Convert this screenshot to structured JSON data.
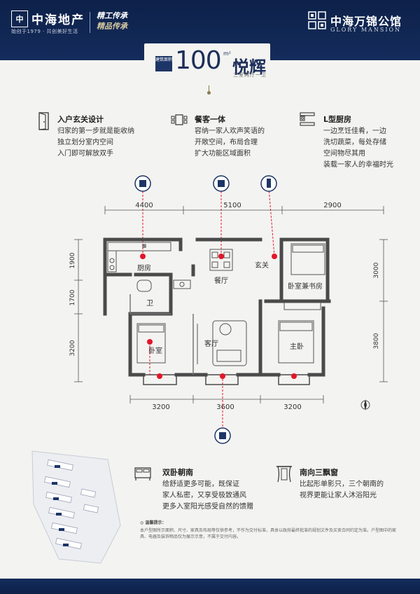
{
  "header": {
    "brand_badge": "中",
    "brand_name": "中海地产",
    "brand_sub": "始创于1979 · 共创美好生活",
    "slogan_line1": "精工传承",
    "slogan_line2": "精品传承",
    "project_cn": "中海万锦公馆",
    "project_en": "GLORY MANSION"
  },
  "title": {
    "area_tag": "建筑面积",
    "area": "100",
    "unit": "m²",
    "name": "悦辉",
    "layout": "三室两厅一卫"
  },
  "features": [
    {
      "title": "入户玄关设计",
      "lines": [
        "归家的第一步就是能收纳",
        "独立划分室内空间",
        "入门即可解放双手"
      ]
    },
    {
      "title": "餐客一体",
      "lines": [
        "容纳一家人欢声笑语的",
        "开敞空间，布局合理",
        "扩大功能区域面积"
      ]
    },
    {
      "title": "L型厨房",
      "lines": [
        "一边烹饪佳肴，一边",
        "洗切蔬菜，每处存储",
        "空间物尽其用",
        "装载一家人的幸福时光"
      ]
    },
    {
      "title": "双卧朝南",
      "lines": [
        "给舒适更多可能，既保证",
        "家人私密，又享受极致通风",
        "更多入室阳光感受自然的馈赠"
      ]
    },
    {
      "title": "南向三飘窗",
      "lines": [
        "比起形单影只，三个朝南的",
        "视界更能让家人沐浴阳光"
      ]
    }
  ],
  "plan": {
    "dims_top": [
      "4400",
      "5100",
      "2900"
    ],
    "dims_bottom": [
      "3200",
      "3600",
      "3200"
    ],
    "dims_left": [
      "1900",
      "1700",
      "3200"
    ],
    "dims_right": [
      "3000",
      "3800"
    ],
    "rooms": {
      "kitchen": "厨房",
      "dining": "餐厅",
      "foyer": "玄关",
      "study": "卧室兼书房",
      "bath": "卫",
      "bedroom": "卧室",
      "living": "客厅",
      "master": "主卧"
    }
  },
  "notes": {
    "title": "◎ 温馨提示：",
    "body": "本户型图所示面积、尺寸、家具及布局等仅供参考，不作为交付标准，具体以政府最终批准的规划文件及买卖合同约定为准。户型图中的家具、电器及装饰物品仅为展示示意，不属于交付内容。"
  },
  "colors": {
    "navy": "#0d2149",
    "gold": "#8a7a4e",
    "marker": "#e3162a",
    "wall": "#4a4a4a"
  }
}
